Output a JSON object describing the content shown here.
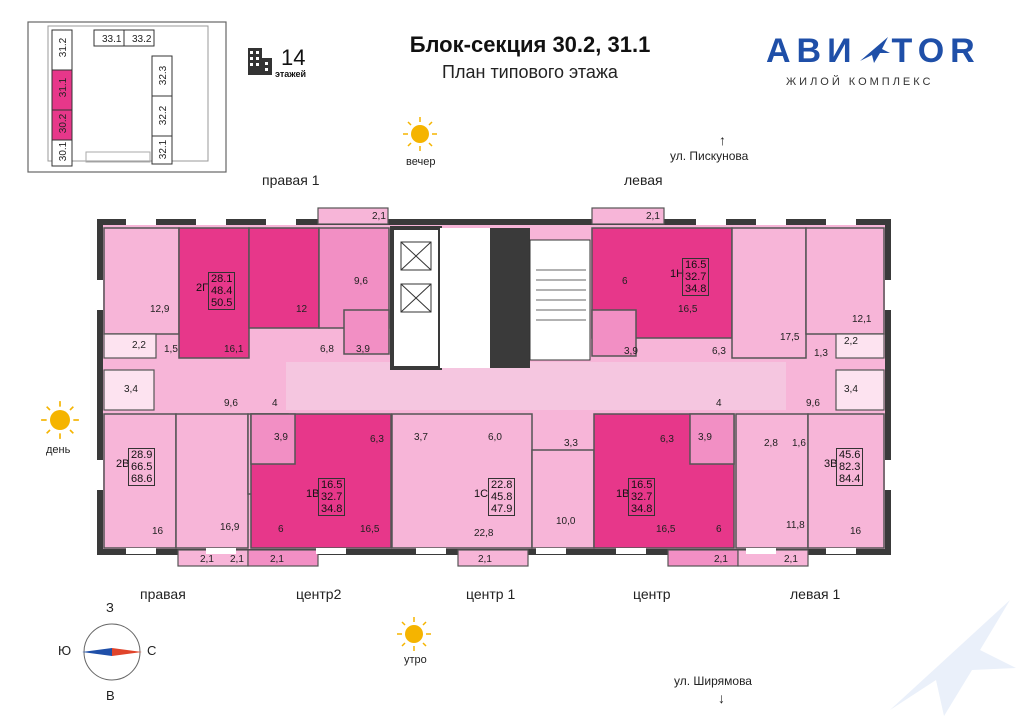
{
  "title": "Блок-секция 30.2, 31.1",
  "subtitle": "План типового этажа",
  "logo": {
    "left": "АВИ",
    "right": "TOR",
    "accent_letter": "R",
    "sub": "ЖИЛОЙ КОМПЛЕКС"
  },
  "floors": {
    "count": "14",
    "label": "этажей"
  },
  "key_plan": {
    "blocks": [
      "33.1",
      "33.2",
      "31.2",
      "31.1",
      "30.2",
      "30.1",
      "32.3",
      "32.2",
      "32.1"
    ],
    "highlighted": [
      "31.1",
      "30.2"
    ]
  },
  "sun": {
    "evening": "вечер",
    "day": "день",
    "morning": "утро"
  },
  "streets": {
    "north": "ул. Пискунова",
    "south": "ул. Ширямова"
  },
  "compass": {
    "north_letter": "З",
    "south_letter": "В",
    "west_letter": "Ю",
    "east_letter": "С"
  },
  "section_labels": {
    "top_left": "правая 1",
    "top_right": "левая",
    "bottom_1": "правая",
    "bottom_2": "центр2",
    "bottom_3": "центр 1",
    "bottom_4": "центр",
    "bottom_5": "левая 1"
  },
  "apartments": [
    {
      "type": "2Г",
      "living": "28.1",
      "total": "48.4",
      "area": "50.5"
    },
    {
      "type": "1Н",
      "living": "16.5",
      "total": "32.7",
      "area": "34.8"
    },
    {
      "type": "2В",
      "living": "28.9",
      "total": "66.5",
      "area": "68.6"
    },
    {
      "type": "1В",
      "living": "16.5",
      "total": "32.7",
      "area": "34.8"
    },
    {
      "type": "1С",
      "living": "22.8",
      "total": "45.8",
      "area": "47.9"
    },
    {
      "type": "1В",
      "living": "16.5",
      "total": "32.7",
      "area": "34.8"
    },
    {
      "type": "3В",
      "living": "45.6",
      "total": "82.3",
      "area": "84.4"
    }
  ],
  "room_areas": [
    "12,9",
    "16,1",
    "12",
    "6,8",
    "9,6",
    "3,9",
    "2,2",
    "1,5",
    "3,4",
    "9,6",
    "4",
    "6",
    "16,5",
    "3,9",
    "6,3",
    "17,5",
    "12,1",
    "1,3",
    "2,2",
    "3,4",
    "9,6",
    "4",
    "16",
    "16,9",
    "3,9",
    "6,3",
    "6",
    "16,5",
    "3,7",
    "6,0",
    "3,3",
    "22,8",
    "10,0",
    "6,3",
    "3,9",
    "16,5",
    "6",
    "2,8",
    "1,6",
    "11,8",
    "16",
    "2,1",
    "2,1",
    "2,1",
    "2,1",
    "2,1",
    "2,1",
    "2,1",
    "2,1"
  ],
  "colors": {
    "light_pink": "#f7b5d8",
    "mid_pink": "#f28fc4",
    "hot_pink": "#e7378a",
    "wall": "#3a3a3a",
    "logo_blue": "#1f4fa8",
    "logo_red": "#e0442b",
    "sun": "#f5b400"
  }
}
